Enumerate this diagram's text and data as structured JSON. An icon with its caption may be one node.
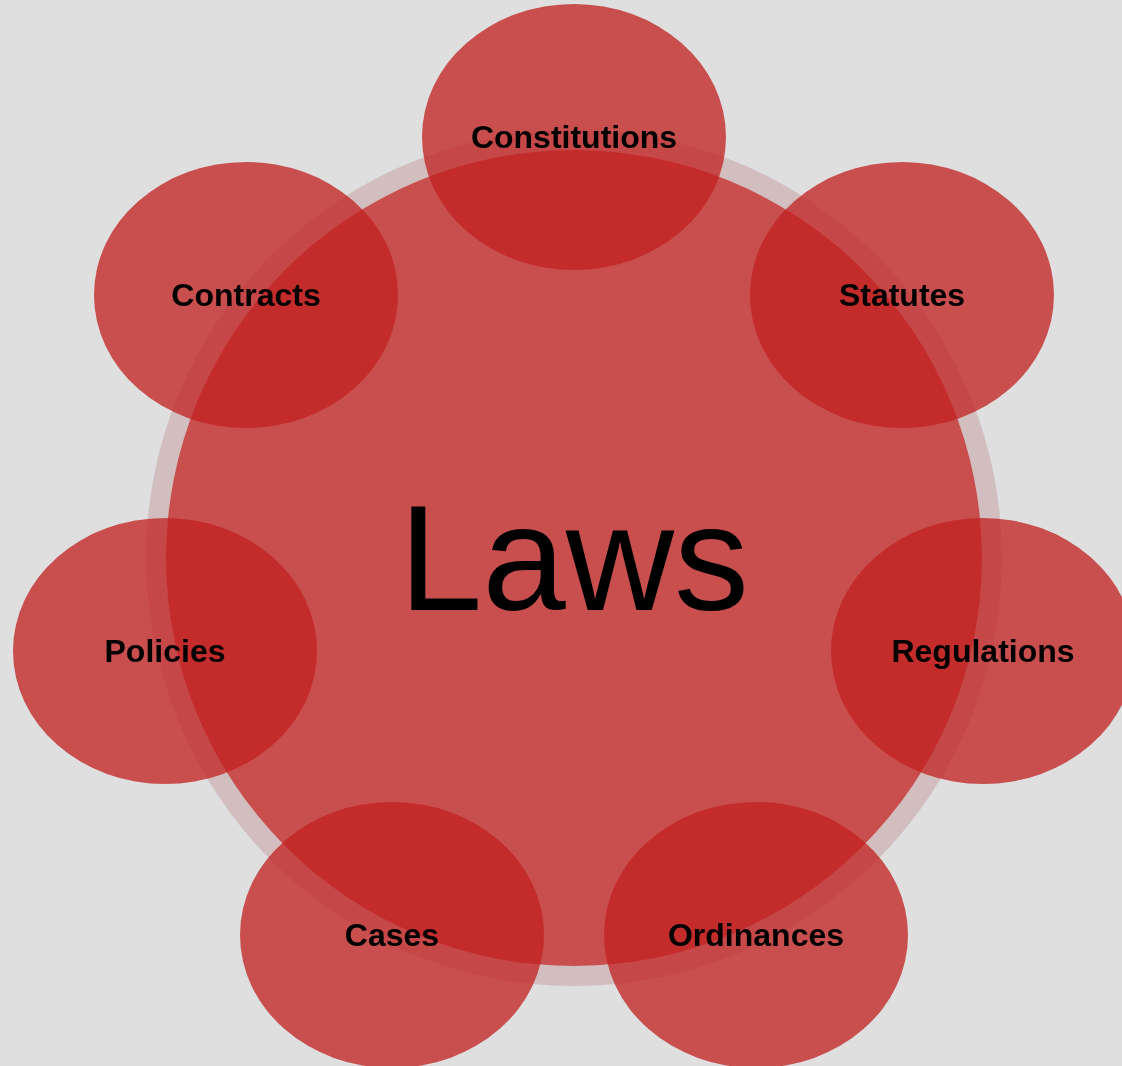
{
  "diagram": {
    "nodes": [
      {
        "text": [
          "Laws"
        ]
      },
      {
        "text": [
          "Constitutions"
        ]
      },
      {
        "text": [
          "Statutes"
        ]
      },
      {
        "text": [
          "Regulations"
        ]
      },
      {
        "text": [
          "Ordinances"
        ]
      },
      {
        "text": [
          "Cases"
        ]
      },
      {
        "text": [
          "Policies"
        ]
      },
      {
        "text": [
          "Contracts"
        ]
      }
    ]
  }
}
